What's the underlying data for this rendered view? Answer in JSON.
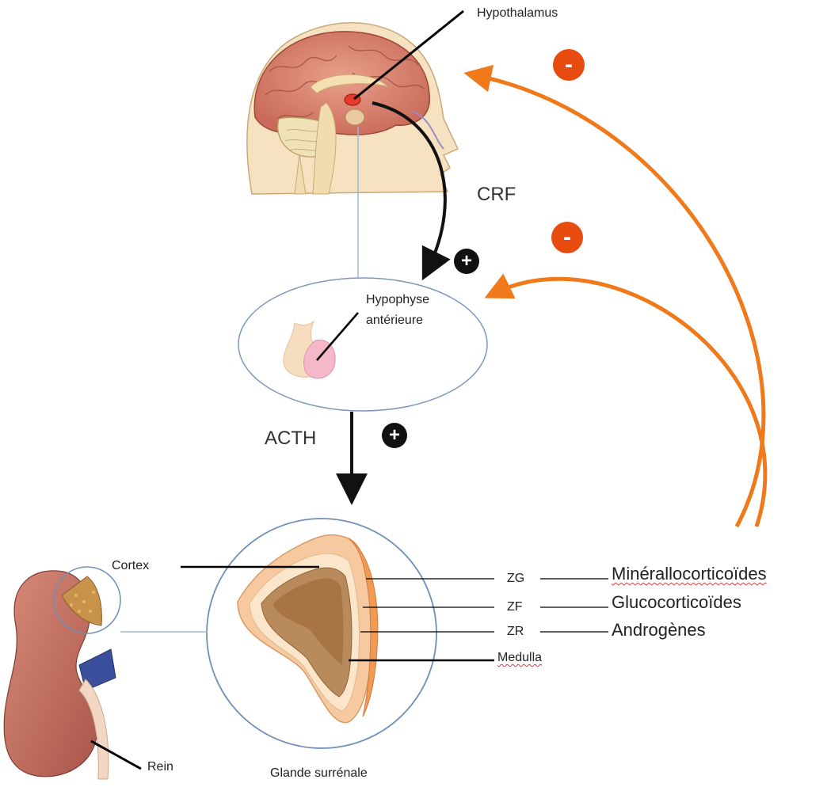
{
  "labels": {
    "hypothalamus": "Hypothalamus",
    "crf": "CRF",
    "hypophyse_line1": "Hypophyse",
    "hypophyse_line2": "antérieure",
    "acth": "ACTH",
    "cortex": "Cortex",
    "zg": "ZG",
    "zf": "ZF",
    "zr": "ZR",
    "medulla": "Medulla",
    "mineralo": "Minérallocorticoïdes",
    "gluco": "Glucocorticoïdes",
    "andro": "Androgènes",
    "rein": "Rein",
    "glande": "Glande surrénale"
  },
  "signs": {
    "plus": "+",
    "minus": "-"
  },
  "colors": {
    "feedback_arrow": "#f07a1a",
    "minus_badge": "#e84b10",
    "plus_badge": "#111111",
    "stimulation_arrow": "#111111"
  }
}
